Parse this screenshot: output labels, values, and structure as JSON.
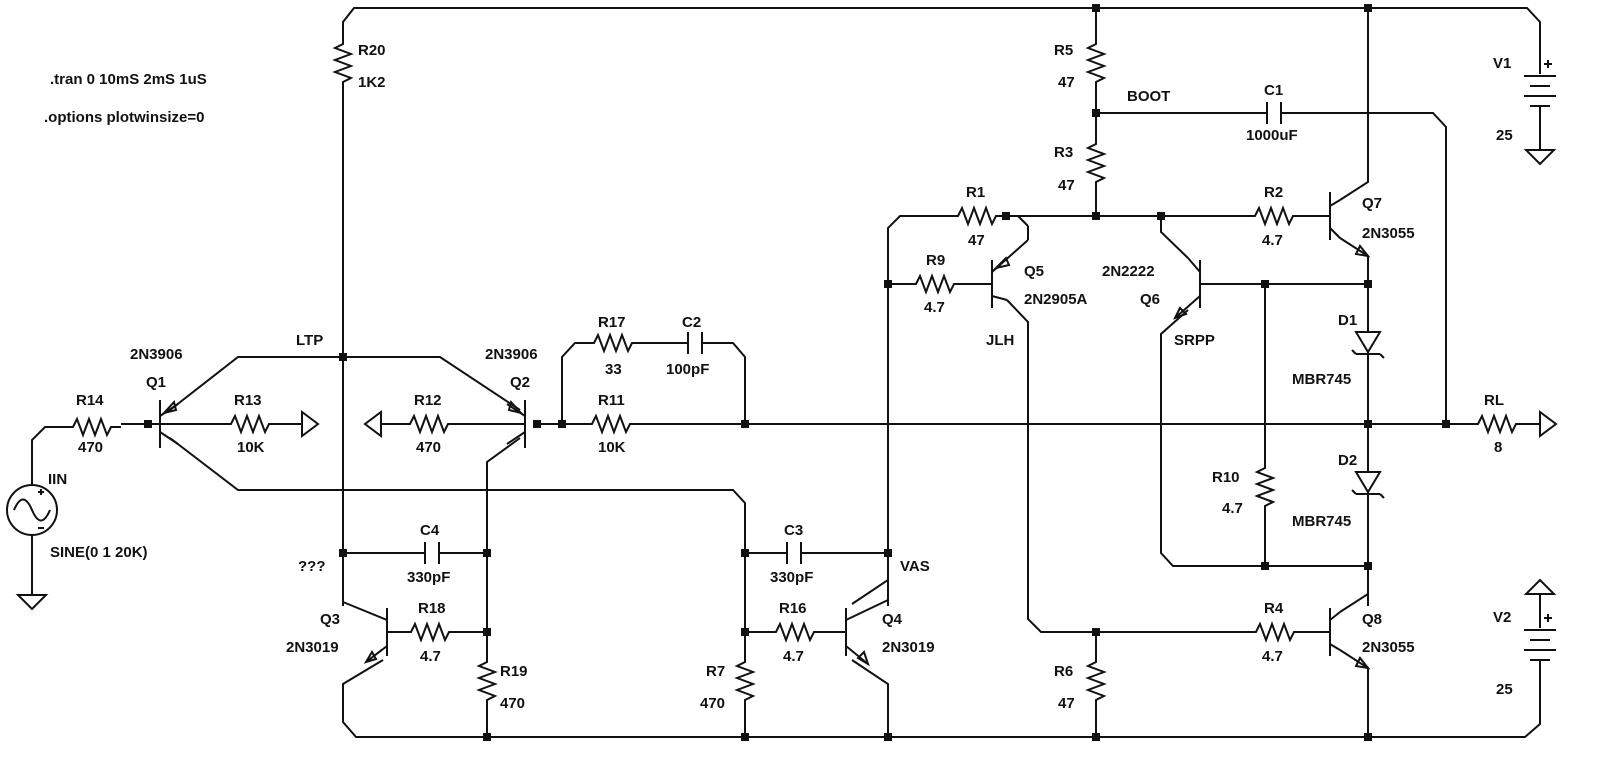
{
  "directives": [
    ".tran 0 10mS 2mS 1uS",
    ".options plotwinsize=0"
  ],
  "net_labels": {
    "ltp": "LTP",
    "boot": "BOOT",
    "jlh": "JLH",
    "srpp": "SRPP",
    "vas": "VAS",
    "unknown": "???"
  },
  "components": {
    "R1": {
      "name": "R1",
      "value": "47"
    },
    "R2": {
      "name": "R2",
      "value": "4.7"
    },
    "R3": {
      "name": "R3",
      "value": "47"
    },
    "R4": {
      "name": "R4",
      "value": "4.7"
    },
    "R5": {
      "name": "R5",
      "value": "47"
    },
    "R6": {
      "name": "R6",
      "value": "47"
    },
    "R7": {
      "name": "R7",
      "value": "470"
    },
    "R9": {
      "name": "R9",
      "value": "4.7"
    },
    "R10": {
      "name": "R10",
      "value": "4.7"
    },
    "R11": {
      "name": "R11",
      "value": "10K"
    },
    "R12": {
      "name": "R12",
      "value": "470"
    },
    "R13": {
      "name": "R13",
      "value": "10K"
    },
    "R14": {
      "name": "R14",
      "value": "470"
    },
    "R16": {
      "name": "R16",
      "value": "4.7"
    },
    "R17": {
      "name": "R17",
      "value": "33"
    },
    "R18": {
      "name": "R18",
      "value": "4.7"
    },
    "R19": {
      "name": "R19",
      "value": "470"
    },
    "R20": {
      "name": "R20",
      "value": "1K2"
    },
    "RL": {
      "name": "RL",
      "value": "8"
    },
    "C1": {
      "name": "C1",
      "value": "1000uF"
    },
    "C2": {
      "name": "C2",
      "value": "100pF"
    },
    "C3": {
      "name": "C3",
      "value": "330pF"
    },
    "C4": {
      "name": "C4",
      "value": "330pF"
    },
    "Q1": {
      "name": "Q1",
      "value": "2N3906"
    },
    "Q2": {
      "name": "Q2",
      "value": "2N3906"
    },
    "Q3": {
      "name": "Q3",
      "value": "2N3019"
    },
    "Q4": {
      "name": "Q4",
      "value": "2N3019"
    },
    "Q5": {
      "name": "Q5",
      "value": "2N2905A"
    },
    "Q6": {
      "name": "Q6",
      "value": "2N2222"
    },
    "Q7": {
      "name": "Q7",
      "value": "2N3055"
    },
    "Q8": {
      "name": "Q8",
      "value": "2N3055"
    },
    "D1": {
      "name": "D1",
      "value": "MBR745"
    },
    "D2": {
      "name": "D2",
      "value": "MBR745"
    },
    "V1": {
      "name": "V1",
      "value": "25"
    },
    "V2": {
      "name": "V2",
      "value": "25"
    },
    "IIN": {
      "name": "IIN",
      "value": "SINE(0 1 20K)"
    }
  }
}
